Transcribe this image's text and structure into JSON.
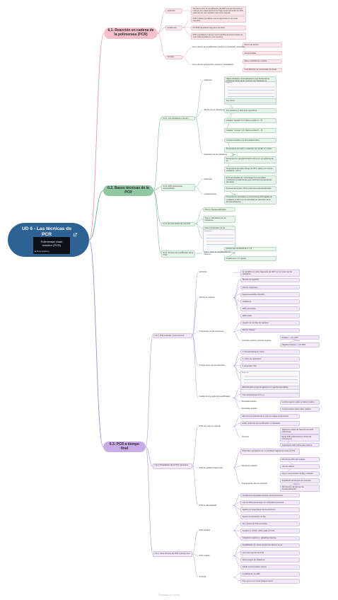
{
  "root": {
    "title": "UD 6 - Las técnicas de PCR",
    "thumb_title": "Polimerase chain reaction (PCR)",
    "thumb_brand": "◆ Shaw Academy",
    "link_icon": "external-link-icon"
  },
  "footer": "Preparado con xmind",
  "branches": [
    {
      "id": "b61",
      "title": "6.1. Reacción en cadena de la polimerasa (PCR)",
      "color": "#f6c1cc",
      "line": "#e89aac",
      "children": [
        {
          "id": "b61a",
          "text": "Definición",
          "children": [
            {
              "text": "Técnica in vitro de amplificación de ADN que permite obtener millones de copias idénticas de fragmentos concretos de ADN partiendo de una cantidad mínima de material"
            }
          ]
        },
        {
          "id": "b61b",
          "text": "Amplicones",
          "children": [
            {
              "text": "PCR múltiple (amplificar varios fragmentos en una sola reacción)"
            },
            {
              "text": "RT-PCR (amplificar fragmento de ARN)"
            },
            {
              "text": "PCR cuantitativa o tiempo real (cuantifica la concentración de una molécula diana en una muestra)"
            }
          ]
        },
        {
          "id": "b61c",
          "text": "Ventajas",
          "children": [
            {
              "text": "Como técnica de amplificación (requiere a cantidades reducidas)",
              "children": [
                {
                  "text": "Ahorro de tiempo"
                },
                {
                  "text": "Automatizable"
                }
              ]
            },
            {
              "text": "Como técnica de detección (requiere a cantidades)",
              "children": [
                {
                  "text": "Mayor cantidad de muestra"
                },
                {
                  "text": "Cuantificación de secuencias concretas"
                }
              ]
            }
          ]
        }
      ]
    },
    {
      "id": "b62",
      "title": "6.2. Bases técnicas de la PCR",
      "color": "#8fc7a0",
      "line": "#6fb486",
      "children": [
        {
          "id": "g1",
          "text": "6.2.1. Los cebadores o primers",
          "children": [
            {
              "text": "Definición",
              "children": [
                {
                  "text": "Oligonucleótidos monocatenarios (cuya secuencia es complementaria a la de regiones que flanquean el fragmento que se quiere amplificar)"
                }
              ]
            },
            {
              "text": "Diseño de los cebadores",
              "children": [
                {
                  "text": "Diagrama",
                  "thumb": true
                },
                {
                  "text": "Son cortos"
                },
                {
                  "text": "Son sintéticos y altamente específicos"
                },
                {
                  "text": "Cebador \"forward\" 5'-3' (hebra sentido 3' - 5')"
                },
                {
                  "text": "Cebador \"reverse\" 3'-5' (hebra sentido 5' - 3')"
                }
              ]
            },
            {
              "text": "Requisitos de los cebadores",
              "children": [
                {
                  "text": "Complementarios (no) del cebador/hebra"
                },
                {
                  "text": "Temperatura de fusión y contenido GC similar en ambos"
                },
                {
                  "text": "Secuencia (no complementarios entre sí o en extremos de sí)"
                },
                {
                  "text": "Temperatura de fusión (rango de 55ºC; deben ser corona cebadores - 62ºC)"
                }
              ]
            }
          ]
        },
        {
          "id": "g2",
          "text": "6.2.2. ADN polimerasas termoestables",
          "children": [
            {
              "text": "Definición",
              "children": [
                {
                  "text": "Enzimas aisladas de microorganismos termófilos (resistentes a tratamientos que inactivan a temperaturas elevadas)"
                }
              ]
            },
            {
              "text": "Características",
              "children": [
                {
                  "text": "Procesamiento (tipo 70ºC) (reacciona sustratos/formas)"
                },
                {
                  "text": "Presentan su actividad a su temperatura prolongadas de incubación a 94ºC (sin su actividad ser extensión de la desnaturalización)"
                }
              ]
            }
          ]
        },
        {
          "id": "g3",
          "text": "6.2.3. El ciclo básico de una PCR",
          "children": [
            {
              "text": "Paso 1: Desnaturalización"
            },
            {
              "text": "Paso 2: Hibridación de los cebadores"
            },
            {
              "text": "Paso 3: Extensión de los cebadores"
            },
            {
              "text": "Diagrama",
              "thumb": true
            }
          ]
        },
        {
          "id": "g4",
          "text": "6.2.4. Proceso de amplificación de la PCR",
          "children": [
            {
              "text": "Tras n ciclos de amplificación se obtienen",
              "children": [
                {
                  "text": "(ambos tras de descende n = 2)"
                },
                {
                  "text": "Amplicones = 2^n genes"
                }
              ]
            }
          ]
        }
      ]
    },
    {
      "id": "b63",
      "title": "6.3. PCR a tiempo final",
      "color": "#c9ace6",
      "line": "#a98bd1",
      "children": [
        {
          "id": "p1",
          "text": "6.3.1. PCR estándar o convencional",
          "children": [
            {
              "text": "Definición",
              "children": [
                {
                  "text": "Se amplifica un único fragmento de ADN con un único par de cebadores"
                }
              ]
            },
            {
              "text": "Mezcla de reacción",
              "children": [
                {
                  "text": "Tampón de reacción"
                },
                {
                  "text": "Cloruro magnésico"
                },
                {
                  "text": "Desoxinucleótidos trifosfato"
                },
                {
                  "text": "Cebadores"
                },
                {
                  "text": "ADN polimerasa"
                },
                {
                  "text": "ADN molde"
                }
              ]
            },
            {
              "text": "Preparación de las reacciones",
              "children": [
                {
                  "text": "Cuando de mezclas de reacción"
                },
                {
                  "text": "Mezcla \"Master\""
                },
                {
                  "text": "Controles positivo y control negativo",
                  "children": [
                    {
                      "text": "Positivo: + con ADN"
                    },
                    {
                      "text": "Negativo (blanco): + sin ADN"
                    }
                  ]
                }
              ]
            },
            {
              "text": "Programación del termociclador",
              "children": [
                {
                  "text": "1. Desnaturalización inicial"
                },
                {
                  "text": "2. Ciclos de replicación"
                },
                {
                  "text": "3. Extensión final"
                },
                {
                  "text": "4. Mantenimiento"
                },
                {
                  "text": "Diagrama",
                  "thumb": true
                }
              ]
            },
            {
              "text": "Análisis de los productos amplificados",
              "children": [
                {
                  "text": "Electroforesis en gel de agarosa con agente intercalante"
                },
                {
                  "text": "Tras electroforesis (UV) (+)"
                },
                {
                  "text": "Resultado positivo",
                  "children": [
                    {
                      "text": "Control negativo debe no haber positivo"
                    }
                  ]
                },
                {
                  "text": "Resultado negativo",
                  "children": [
                    {
                      "text": "Control positivo debe haber positivo"
                    }
                  ]
                }
              ]
            }
          ]
        },
        {
          "id": "p2",
          "text": "6.3.2. Modalidades de la PCR (variantes)",
          "children": [
            {
              "text": "PCR con inicio en caliente",
              "children": [
                {
                  "text": "Minimizar la actividad de la enzima a bajas temperaturas"
                },
                {
                  "text": "Evitar productos de amplificación no deseados"
                },
                {
                  "text": "Técnicas",
                  "children": [
                    {
                      "text": "Adiciones retraso de reacción sin ADN polimerasa"
                    },
                    {
                      "text": "Evitar ADN polimerasa (en forma de anticuerpos)"
                    },
                    {
                      "text": "Anticuerpos ADN polimerasa inactiva"
                    }
                  ]
                }
              ]
            },
            {
              "text": "PCR de grandes fragmentos",
              "children": [
                {
                  "text": "Protocolos (ampliación de un amplificar fragmentos entre a 5 Kb)"
                },
                {
                  "text": "Mezcla de reacción",
                  "children": [
                    {
                      "text": "Mezcla de ADN polimerasas"
                    },
                    {
                      "text": "Uso de aditivos"
                    },
                    {
                      "text": "Mayor concentración de Mg y cebador"
                    }
                  ]
                },
                {
                  "text": "Programación del termociclador",
                  "children": [
                    {
                      "text": "Ampliación de tiempos de extensión"
                    },
                    {
                      "text": "Disminución de tiempos de desnaturalización"
                    }
                  ]
                }
              ]
            },
            {
              "text": "PCR de alta fidelidad",
              "children": [
                {
                  "text": "Condiciones especiales (errores mínimos/cientos)"
                },
                {
                  "text": "Uso de ADN polimerasas con actividad correctoras"
                },
                {
                  "text": "Ajustar por dependiente de los dominios"
                },
                {
                  "text": "Ajustar concentración de Mg"
                }
              ]
            }
          ]
        },
        {
          "id": "p3",
          "text": "6.3.3. Otras técnicas de PCR a tiempo final",
          "children": [
            {
              "text": "PCR anidada",
              "children": [
                {
                  "text": "Dos rondas de PCR sucesivas"
                },
                {
                  "text": "Amplicón 1º PCR = ADN molde 2ª PCR"
                },
                {
                  "text": "Cebadores externos y cebadores internos"
                }
              ]
            },
            {
              "text": "PCR múltiple",
              "children": [
                {
                  "text": "Amplificación de varias secuencias diana a la vez"
                },
                {
                  "text": "Una sola reacción de PCR"
                },
                {
                  "text": "Varios juegos de cebadores"
                },
                {
                  "text": "Añadir control positivo interno"
                }
              ]
            },
            {
              "text": "RT-PCR",
              "children": [
                {
                  "text": "Amplificación de ARN"
                },
                {
                  "text": "Paso previo con transcriptasa inversa"
                }
              ]
            }
          ]
        }
      ]
    }
  ]
}
